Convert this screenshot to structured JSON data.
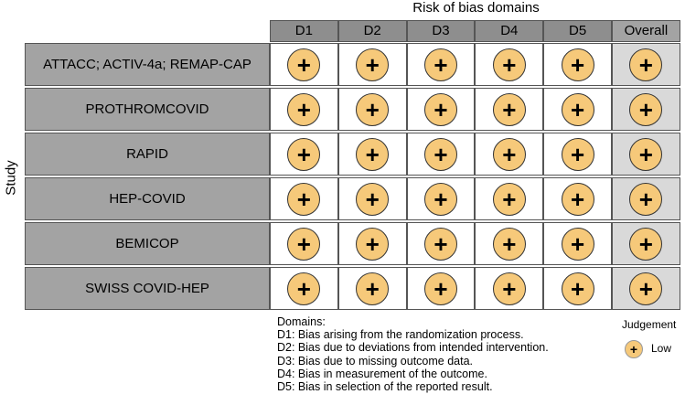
{
  "chart_data": {
    "type": "table",
    "title": "Risk of bias domains",
    "ylabel": "Study",
    "columns": [
      "D1",
      "D2",
      "D3",
      "D4",
      "D5",
      "Overall"
    ],
    "rows": [
      {
        "study": "ATTACC; ACTIV-4a; REMAP-CAP",
        "judgements": [
          "+",
          "+",
          "+",
          "+",
          "+",
          "+"
        ]
      },
      {
        "study": "PROTHROMCOVID",
        "judgements": [
          "+",
          "+",
          "+",
          "+",
          "+",
          "+"
        ]
      },
      {
        "study": "RAPID",
        "judgements": [
          "+",
          "+",
          "+",
          "+",
          "+",
          "+"
        ]
      },
      {
        "study": "HEP-COVID",
        "judgements": [
          "+",
          "+",
          "+",
          "+",
          "+",
          "+"
        ]
      },
      {
        "study": "BEMICOP",
        "judgements": [
          "+",
          "+",
          "+",
          "+",
          "+",
          "+"
        ]
      },
      {
        "study": "SWISS COVID-HEP",
        "judgements": [
          "+",
          "+",
          "+",
          "+",
          "+",
          "+"
        ]
      }
    ],
    "domains_heading": "Domains:",
    "domains": [
      "D1: Bias arising from the randomization process.",
      "D2: Bias due to deviations from intended intervention.",
      "D3: Bias due to missing outcome data.",
      "D4: Bias in measurement of the outcome.",
      "D5: Bias in selection of the reported result."
    ],
    "legend": {
      "title": "Judgement",
      "items": [
        {
          "symbol": "+",
          "label": "Low",
          "color": "#f6c97a"
        }
      ]
    },
    "colors": {
      "header": "#8e8e8e",
      "study_cell": "#a3a3a3",
      "overall_column": "#d9d9d9",
      "low": "#f6c97a"
    }
  }
}
